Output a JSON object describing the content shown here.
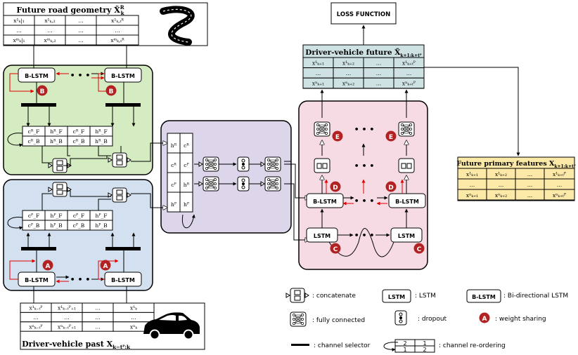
{
  "diagram": {
    "loss_function": "LOSS FUNCTION",
    "future_road": {
      "title": "Future road geometry X̃",
      "title_sub": "k",
      "title_sup": "R",
      "rows": [
        [
          "x¹ₖ|₁",
          "x¹ₖ,₂",
          "…",
          "x¹ₖ,ₜᴿ"
        ],
        [
          "…",
          "…",
          "…",
          "…"
        ],
        [
          "xᵐₖ|₁",
          "xᵐₖ,₂",
          "…",
          "xᵐₖ,ₜᴿ"
        ]
      ]
    },
    "driver_vehicle_future": {
      "title": "Driver-vehicle future X̃",
      "title_sub": "k+1:k+tᴾ",
      "rows": [
        [
          "x¹ₖ₊₁",
          "x¹ₖ₊₂",
          "…",
          "x¹ₖ₊ₜᴾ"
        ],
        [
          "…",
          "…",
          "…",
          "…"
        ],
        [
          "xⁿₖ₊₁",
          "xⁿₖ₊₂",
          "…",
          "xⁿₖ₊ₜᴾ"
        ]
      ]
    },
    "future_primary": {
      "title": "Future primary features X",
      "title_sub": "k+1:k+tᴾ",
      "rows": [
        [
          "x¹ₖ₊₁",
          "x¹ₖ₊₂",
          "…",
          "x¹ₖ₊ₜᴾ"
        ],
        [
          "…",
          "…",
          "…",
          "…"
        ],
        [
          "xⁿₖ₊₁",
          "xⁿₖ₊₂",
          "…",
          "xⁿₖ₊ₜᴾ"
        ]
      ]
    },
    "driver_vehicle_past": {
      "title": "Driver-vehicle past X",
      "title_sub": "k−tᴾ:k",
      "rows": [
        [
          "x¹ₖ₋ₜᴾ",
          "x¹ₖ₋ₜᴾ₊₁",
          "…",
          "x¹ₖ"
        ],
        [
          "…",
          "…",
          "…",
          "…"
        ],
        [
          "xⁿₖ₋ₜᴾ",
          "xⁿₖ₋ₜᴾ₊₁",
          "…",
          "xⁿₖ"
        ]
      ]
    },
    "blstm_label": "B-LSTM",
    "lstm_label": "LSTM",
    "dots": "• • •",
    "badges": {
      "a": "A",
      "b": "B",
      "c": "C",
      "d": "D",
      "e": "E"
    },
    "state_cells_road": [
      [
        "cᴿ_F",
        "hᴿ_F",
        "cᴿ_F",
        "hᴿ_F"
      ],
      [
        "cᴿ_B",
        "hᴿ_B",
        "cᴿ_B",
        "hᴿ_B"
      ]
    ],
    "state_cells_past": [
      [
        "cᴾ_F",
        "hᴾ_F",
        "cᴾ_F",
        "hᴾ_F"
      ],
      [
        "cᴾ_B",
        "hᴾ_B",
        "cᴾ_B",
        "hᴾ_B"
      ]
    ],
    "merge_cells": [
      [
        "hᴿ",
        "cᴿ"
      ],
      [
        "cᴿ",
        "cᴾ"
      ],
      [
        "cᴾ",
        "hᴿ"
      ],
      [
        "hᴾ",
        "hᴾ"
      ]
    ]
  },
  "legend": {
    "concatenate": ": concatenate",
    "lstm_box": "LSTM",
    "lstm": ": LSTM",
    "blstm_box": "B-LSTM",
    "blstm": ": Bi-directional LSTM",
    "fully_connected": ": fully connected",
    "dropout": ": dropout",
    "weight_sharing_badge": "A",
    "weight_sharing": ": weight sharing",
    "channel_selector": ": channel selector",
    "reorder_top": [
      "2",
      "1"
    ],
    "reorder_bottom": [
      "1",
      "2"
    ],
    "channel_reordering": ": channel re-ordering"
  },
  "colors": {
    "green_panel": "#d5ecc2",
    "blue_panel": "#d3e0f0",
    "purple_panel": "#ddd5ea",
    "pink_panel": "#f6dbe4",
    "teal_table": "#cfe2e3",
    "yellow_table": "#fce9a7",
    "badge_red": "#b22222",
    "arrow_red": "#e00000"
  }
}
